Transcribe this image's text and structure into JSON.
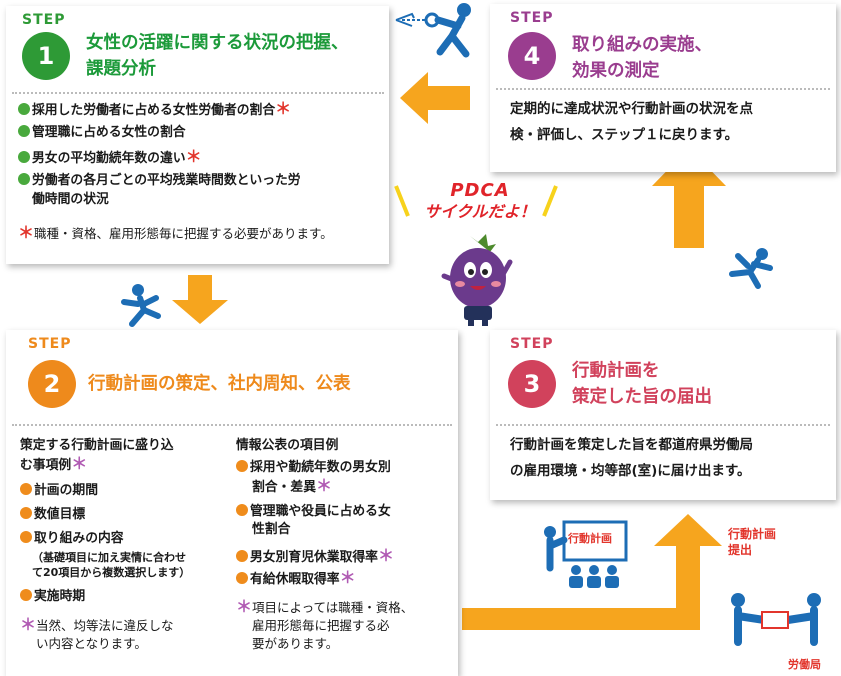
{
  "step_word": "STEP",
  "center": {
    "pdca_line1": "PDCA",
    "pdca_line2": "サイクルだよ！"
  },
  "step1": {
    "number": "1",
    "title_line1": "女性の活躍に関する状況の把握、",
    "title_line2": "課題分析",
    "items": [
      {
        "text": "採用した労働者に占める女性労働者の割合",
        "star": "＊"
      },
      {
        "text": "管理職に占める女性の割合",
        "star": ""
      },
      {
        "text": "男女の平均勤続年数の違い",
        "star": "＊"
      },
      {
        "text": "労働者の各月ごとの平均残業時間数といった労",
        "star": ""
      }
    ],
    "item4_line2": "働時間の状況",
    "note_star": "＊",
    "note": "職種・資格、雇用形態毎に把握する必要があります。"
  },
  "step2": {
    "number": "2",
    "title": "行動計画の策定、社内周知、公表",
    "left_heading_line1": "策定する行動計画に盛り込",
    "left_heading_line2": "む事項例",
    "left_heading_star": "＊",
    "left_items": [
      "計画の期間",
      "数値目標",
      "取り組みの内容"
    ],
    "left_sub_line1": "（基礎項目に加え実情に合わせ",
    "left_sub_line2": "て20項目から複数選択します）",
    "left_item4": "実施時期",
    "left_note_star": "＊",
    "left_note_line1": "当然、均等法に違反しな",
    "left_note_line2": "い内容となります。",
    "right_heading": "情報公表の項目例",
    "right_items": [
      {
        "l1": "採用や勤続年数の男女別",
        "l2": "割合・差異",
        "star": "＊"
      },
      {
        "l1": "管理職や役員に占める女",
        "l2": "性割合",
        "star": ""
      },
      {
        "l1": "男女別育児休業取得率",
        "l2": "",
        "star": "＊"
      },
      {
        "l1": "有給休暇取得率",
        "l2": "",
        "star": "＊"
      }
    ],
    "right_note_star": "＊",
    "right_note_line1": "項目によっては職種・資格、",
    "right_note_line2": "雇用形態毎に把握する必",
    "right_note_line3": "要があります。"
  },
  "step3": {
    "number": "3",
    "title_line1": "行動計画を",
    "title_line2": "策定した旨の届出",
    "body_line1": "行動計画を策定した旨を都道府県労働局",
    "body_line2": "の雇用環境・均等部(室)に届け出ます。",
    "board_label": "行動計画",
    "submit_line1": "行動計画",
    "submit_line2": "提出",
    "bureau_label": "労働局"
  },
  "step4": {
    "number": "4",
    "title_line1": "取り組みの実施、",
    "title_line2": "効果の測定",
    "body_line1": "定期的に達成状況や行動計画の状況を点",
    "body_line2": "検・評価し、ステップ１に戻ります。"
  },
  "colors": {
    "step1": "#2e9a36",
    "step2": "#ee8a1c",
    "step3": "#d1425c",
    "step4": "#9a3d8f",
    "arrow": "#f6a51e",
    "figure": "#1d6db5",
    "star": "#e2352c",
    "bullet_green": "#49a93d",
    "bullet_orange": "#ef8c1c",
    "star_purple": "#b05ab3",
    "pdca_red": "#e0242a",
    "pdca_yellow": "#f7d21c"
  }
}
